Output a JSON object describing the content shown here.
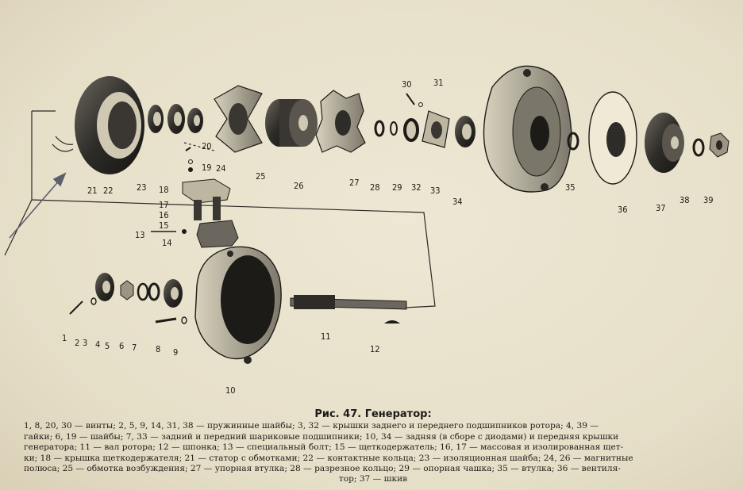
{
  "figure": {
    "title": "Рис. 47. Генератор:",
    "caption_lines": [
      "1, 8, 20, 30 — винты; 2, 5, 9, 14, 31, 38 — пружинные шайбы; 3, 32 — крышки заднего и переднего подшипников ротора; 4, 39 —",
      "гайки; 6, 19 — шайбы; 7, 33 — задний и передний шариковые подшипники; 10, 34 — задняя (в сборе с диодами) и передняя крышки",
      "генератора; 11 — вал ротора; 12 — шпонка; 13 — специальный болт; 15 — щеткодержатель; 16, 17 — массовая и изолированная щет-",
      "ки; 18 — крышка щеткодержателя; 21 — статор с обмотками; 22 — контактные кольца; 23 — изоляционная шайба; 24, 26 — магнитные",
      "полюса; 25 — обмотка возбуждения; 27 — упорная втулка; 28 — разрезное кольцо; 29 — опорная чашка; 35 — втулка; 36 — вентиля-",
      "тор; 37 — шкив"
    ]
  },
  "callouts": {
    "n1": "1",
    "n2": "2",
    "n3": "3",
    "n4": "4",
    "n5": "5",
    "n6": "6",
    "n7": "7",
    "n8": "8",
    "n9": "9",
    "n10": "10",
    "n11": "11",
    "n12": "12",
    "n13": "13",
    "n14": "14",
    "n15": "15",
    "n16": "16",
    "n17": "17",
    "n18": "18",
    "n19": "19",
    "n20": "20",
    "n21": "21",
    "n22": "22",
    "n23": "23",
    "n24": "24",
    "n25": "25",
    "n26": "26",
    "n27": "27",
    "n28": "28",
    "n29": "29",
    "n30": "30",
    "n31": "31",
    "n32": "32",
    "n33": "33",
    "n34": "34",
    "n35": "35",
    "n36": "36",
    "n37": "37",
    "n38": "38",
    "n39": "39"
  }
}
